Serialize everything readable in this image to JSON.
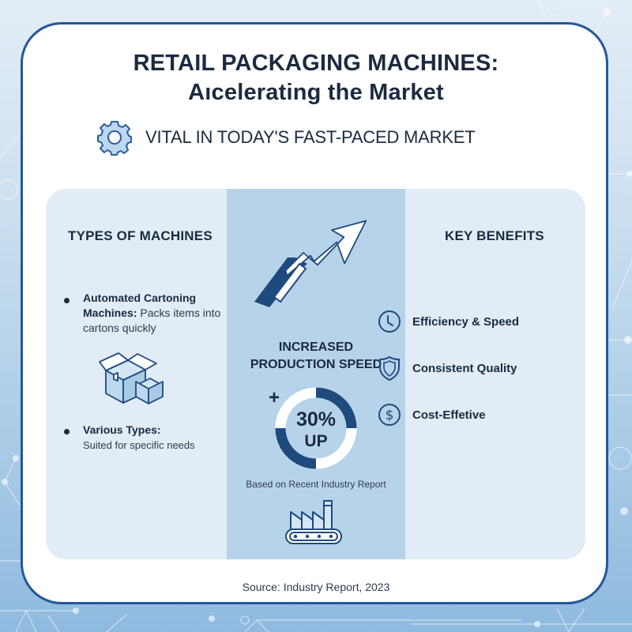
{
  "header": {
    "title_line1": "RETAIL PACKAGING MACHINES:",
    "title_line2": "Aıcelerating the Market",
    "subtitle": "VITAL IN TODAY'S FAST-PACED MARKET",
    "subtitle_icon": "gear-icon"
  },
  "types_column": {
    "heading": "TYPES OF MACHINES",
    "items": [
      {
        "title": "Automated Cartoning Machines:",
        "description": "Packs items into cartons quickly"
      },
      {
        "title": "Various Types:",
        "description": "Suited for specific needs"
      }
    ],
    "illustration_icon": "boxes-icon"
  },
  "center_column": {
    "top_icon": "trend-arrow-icon",
    "heading_line1": "INCREASED",
    "heading_line2": "PRODUCTION SPEED",
    "plus_sign": "+",
    "stat_value": "30%",
    "stat_suffix": "UP",
    "note": "Based on Recent Industry Report",
    "bottom_icon": "factory-icon"
  },
  "benefits_column": {
    "heading": "KEY BENEFITS",
    "items": [
      {
        "label": "Efficiency & Speed",
        "icon": "clock-icon"
      },
      {
        "label": "Consistent Quality",
        "icon": "shield-icon"
      },
      {
        "label": "Cost-Effetive",
        "icon": "dollar-icon"
      }
    ]
  },
  "footer": {
    "source": "Source: Industry Report, 2023"
  },
  "colors": {
    "primary_dark": "#1f4a7e",
    "border": "#25579a",
    "text": "#1b2a40",
    "panel_light": "#e1ecf6",
    "panel_mid": "#b6d3ea",
    "icon_fill": "#bcd7ee"
  }
}
